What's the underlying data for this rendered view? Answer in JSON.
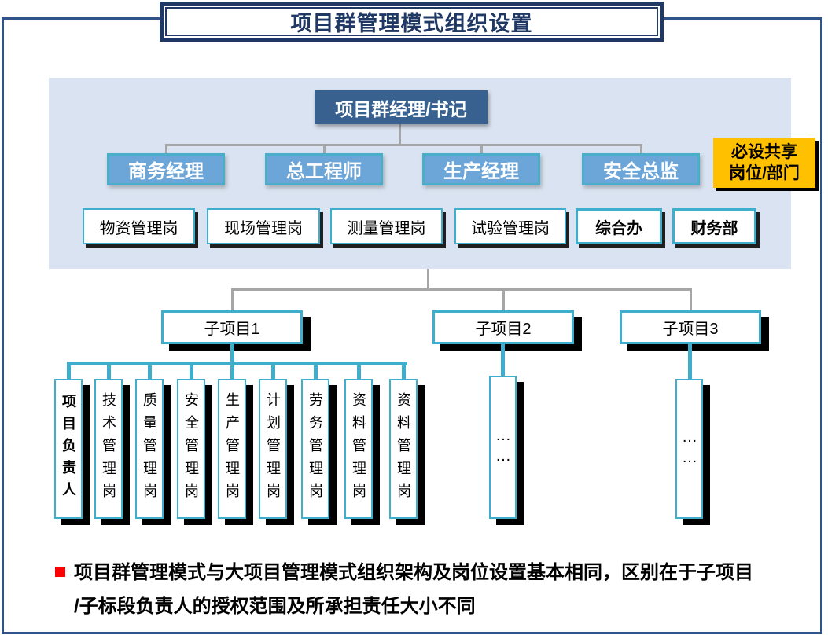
{
  "title": "项目群管理模式组织设置",
  "panel": {
    "head": "项目群经理/书记",
    "managers": [
      "商务经理",
      "总工程师",
      "生产经理",
      "安全总监"
    ],
    "staff": [
      "物资管理岗",
      "现场管理岗",
      "测量管理岗",
      "试验管理岗",
      "综合办",
      "财务部"
    ],
    "badge": {
      "line1": "必设共享",
      "line2": "岗位/部门"
    }
  },
  "subprojects": {
    "sub1": {
      "label": "子项目1",
      "positions": [
        "项目负责人",
        "技术管理岗",
        "质量管理岗",
        "安全管理岗",
        "生产管理岗",
        "计划管理岗",
        "劳务管理岗",
        "资料管理岗",
        "资料管理岗"
      ]
    },
    "sub2": {
      "label": "子项目2",
      "placeholder": "……"
    },
    "sub3": {
      "label": "子项目3",
      "placeholder": "……"
    }
  },
  "note": {
    "line1": "项目群管理模式与大项目管理模式组织架构及岗位设置基本相同，区别在于子项目",
    "line2": "/子标段负责人的授权范围及所承担责任大小不同"
  },
  "colors": {
    "navy": "#1F3864",
    "page-border": "#2E548A",
    "panel-bg": "#DAE3F1",
    "head-bg": "#38618F",
    "manager-bg": "#6CA6D9",
    "manager-border": "#4AAEC9",
    "teal": "#3FAECC",
    "badge-bg": "#FFC000",
    "line-gray": "#A6A6A6",
    "bullet-red": "#FF0000"
  }
}
